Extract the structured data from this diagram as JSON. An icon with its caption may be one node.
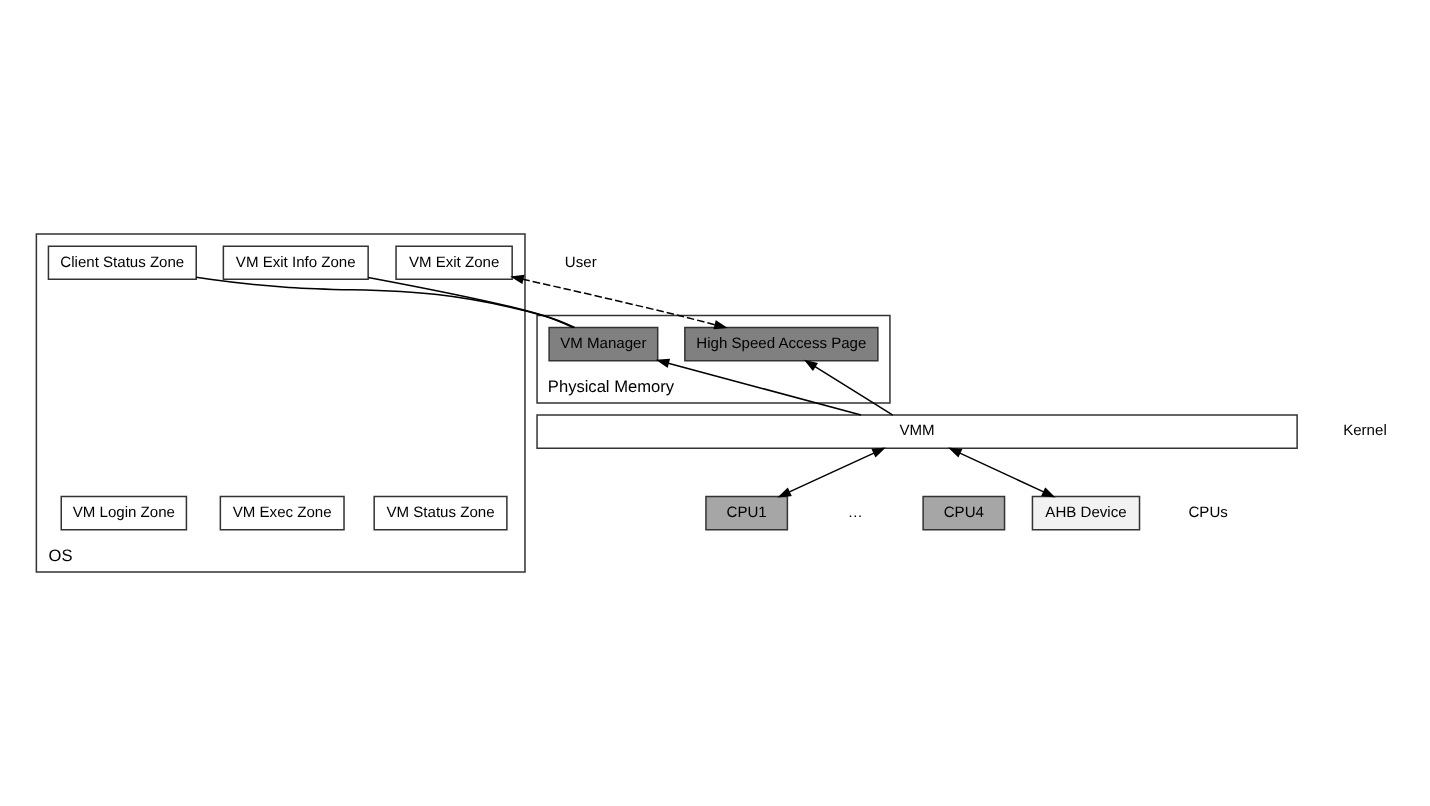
{
  "diagram": {
    "nodes": [
      {
        "text": [
          "OS"
        ]
      },
      {
        "text": [
          "Client Status Zone"
        ],
        "in": 0
      },
      {
        "text": [
          "VM Status Zone"
        ],
        "in": 0
      },
      {
        "text": [
          "VM Exec Zone"
        ],
        "in": 0
      },
      {
        "text": [
          "VM Exit Zone"
        ],
        "in": 0
      },
      {
        "text": [
          "VM Login Zone"
        ],
        "in": 0
      },
      {
        "text": [
          "VM Exit Info Zone"
        ],
        "in": 0
      },
      {
        "text": [
          "Physical Memory"
        ]
      },
      {
        "text": [
          "VM Manager"
        ],
        "in": 7
      },
      {
        "text": [
          "High Speed Access Page"
        ],
        "in": 7
      },
      {
        "text": [
          "VMM"
        ]
      },
      {
        "text": [
          "CPU1"
        ]
      },
      {
        "text": [
          "CPU4"
        ]
      },
      {
        "text": [
          "AHB Device"
        ]
      }
    ],
    "edges": [
      {
        "from": 8,
        "to": 1,
        "arrow": "none"
      },
      {
        "from": 8,
        "to": 6,
        "arrow": "none"
      },
      {
        "from": 9,
        "to": 4,
        "arrow": "both",
        "style": "dashed"
      },
      {
        "from": 10,
        "to": 8,
        "arrow": "to"
      },
      {
        "from": 10,
        "to": 9,
        "arrow": "to"
      },
      {
        "from": 11,
        "to": 10,
        "arrow": "both"
      },
      {
        "from": 13,
        "to": 10,
        "arrow": "both"
      }
    ],
    "labels": [
      "User",
      "Kernel",
      "CPUs",
      "…"
    ]
  }
}
